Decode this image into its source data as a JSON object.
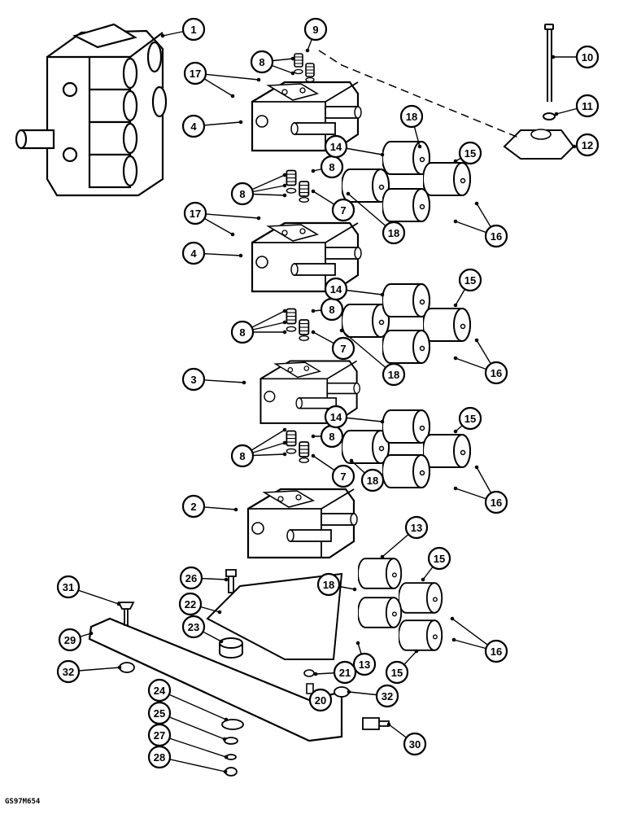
{
  "figure_code": "GS97M654",
  "callouts": [
    "1",
    "2",
    "3",
    "4",
    "4",
    "7",
    "7",
    "7",
    "8",
    "8",
    "8",
    "8",
    "8",
    "8",
    "8",
    "9",
    "10",
    "11",
    "12",
    "13",
    "13",
    "14",
    "14",
    "14",
    "15",
    "15",
    "15",
    "15",
    "15",
    "16",
    "16",
    "16",
    "16",
    "17",
    "17",
    "18",
    "18",
    "18",
    "18",
    "18",
    "20",
    "21",
    "22",
    "23",
    "24",
    "25",
    "26",
    "27",
    "28",
    "29",
    "30",
    "31",
    "32",
    "32"
  ],
  "colors": {
    "line": "#000000",
    "fill": "#ffffff"
  }
}
